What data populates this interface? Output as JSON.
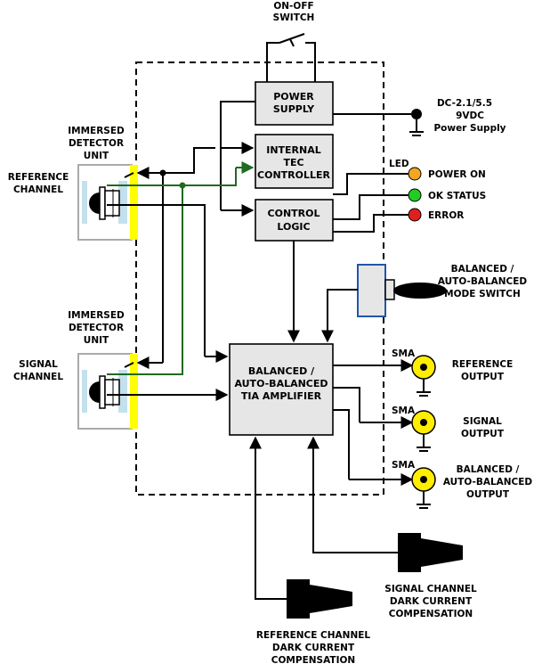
{
  "switch": {
    "line1": "ON-OFF",
    "line2": "SWITCH"
  },
  "blocks": {
    "power_supply": [
      "POWER",
      "SUPPLY"
    ],
    "tec": [
      "INTERNAL",
      "TEC",
      "CONTROLLER"
    ],
    "control": [
      "CONTROL",
      "LOGIC"
    ],
    "tia": [
      "BALANCED /",
      "AUTO-BALANCED",
      "TIA AMPLIFIER"
    ]
  },
  "dc_input": [
    "DC-2.1/5.5",
    "9VDC",
    "Power Supply"
  ],
  "leds": {
    "title": "LED",
    "items": [
      {
        "label": "POWER ON",
        "color": "#f5a623"
      },
      {
        "label": "OK STATUS",
        "color": "#22cc22"
      },
      {
        "label": "ERROR",
        "color": "#e02020"
      }
    ]
  },
  "mode_switch": [
    "BALANCED /",
    "AUTO-BALANCED",
    "MODE SWITCH"
  ],
  "reference_detector": {
    "title": [
      "IMMERSED",
      "DETECTOR",
      "UNIT"
    ],
    "channel": [
      "REFERENCE",
      "CHANNEL"
    ]
  },
  "signal_detector": {
    "title": [
      "IMMERSED",
      "DETECTOR",
      "UNIT"
    ],
    "channel": [
      "SIGNAL",
      "CHANNEL"
    ]
  },
  "outputs": [
    {
      "connector": "SMA",
      "label": [
        "REFERENCE",
        "OUTPUT"
      ]
    },
    {
      "connector": "SMA",
      "label": [
        "SIGNAL",
        "OUTPUT"
      ]
    },
    {
      "connector": "SMA",
      "label": [
        "BALANCED /",
        "AUTO-BALANCED",
        "OUTPUT"
      ]
    }
  ],
  "signal_comp": [
    "SIGNAL CHANNEL",
    "DARK CURRENT",
    "COMPENSATION"
  ],
  "reference_comp": [
    "REFERENCE CHANNEL",
    "DARK CURRENT",
    "COMPENSATION"
  ],
  "colors": {
    "wire": "#000000",
    "tec_wire": "#1f6b1f",
    "block_fill": "#e6e6e6",
    "sma_yellow": "#ffee00",
    "window_yellow": "#ffff00",
    "mode_switch_border": "#2255aa"
  }
}
